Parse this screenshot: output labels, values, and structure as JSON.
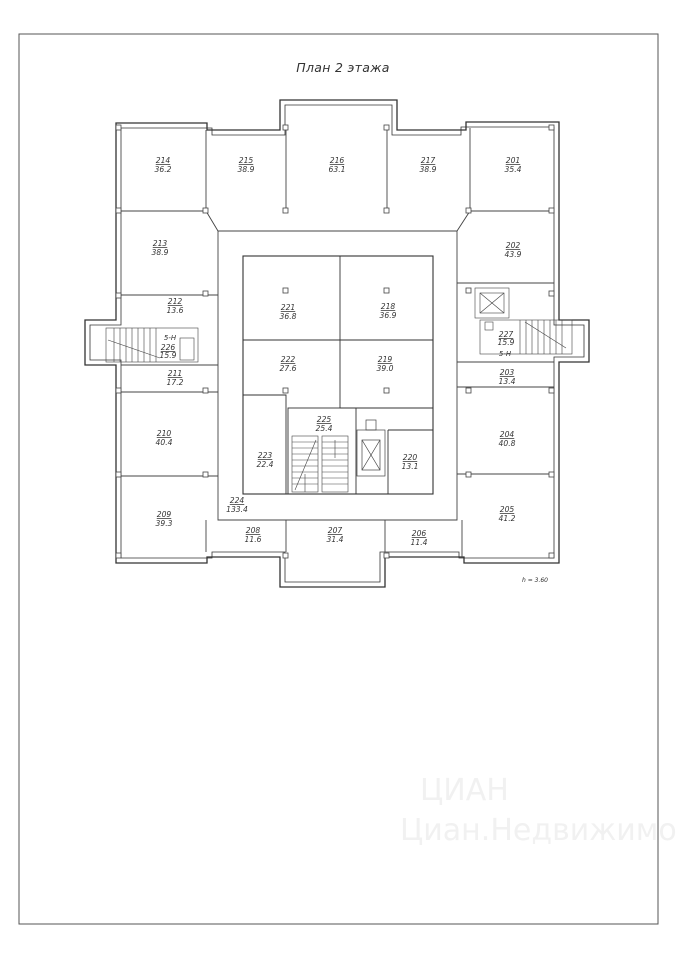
{
  "title": "План 2 этажа",
  "height_note": "h = 3.60",
  "stair_labels": [
    "5-H",
    "5-H"
  ],
  "watermark": {
    "line1": "ЦИАН",
    "line2": "Циан.Недвижимость"
  },
  "rooms": [
    {
      "id": "201",
      "num": "201",
      "area": "35.4"
    },
    {
      "id": "202",
      "num": "202",
      "area": "43.9"
    },
    {
      "id": "203",
      "num": "203",
      "area": "13.4"
    },
    {
      "id": "204",
      "num": "204",
      "area": "40.8"
    },
    {
      "id": "205",
      "num": "205",
      "area": "41.2"
    },
    {
      "id": "206",
      "num": "206",
      "area": "11.4"
    },
    {
      "id": "207",
      "num": "207",
      "area": "31.4"
    },
    {
      "id": "208",
      "num": "208",
      "area": "11.6"
    },
    {
      "id": "209",
      "num": "209",
      "area": "39.3"
    },
    {
      "id": "210",
      "num": "210",
      "area": "40.4"
    },
    {
      "id": "211",
      "num": "211",
      "area": "17.2"
    },
    {
      "id": "212",
      "num": "212",
      "area": "13.6"
    },
    {
      "id": "213",
      "num": "213",
      "area": "38.9"
    },
    {
      "id": "214",
      "num": "214",
      "area": "36.2"
    },
    {
      "id": "215",
      "num": "215",
      "area": "38.9"
    },
    {
      "id": "216",
      "num": "216",
      "area": "63.1"
    },
    {
      "id": "217",
      "num": "217",
      "area": "38.9"
    },
    {
      "id": "218",
      "num": "218",
      "area": "36.9"
    },
    {
      "id": "219",
      "num": "219",
      "area": "39.0"
    },
    {
      "id": "220",
      "num": "220",
      "area": "13.1"
    },
    {
      "id": "221",
      "num": "221",
      "area": "36.8"
    },
    {
      "id": "222",
      "num": "222",
      "area": "27.6"
    },
    {
      "id": "223",
      "num": "223",
      "area": "22.4"
    },
    {
      "id": "224",
      "num": "224",
      "area": "133.4"
    },
    {
      "id": "225",
      "num": "225",
      "area": "25.4"
    },
    {
      "id": "226",
      "num": "226",
      "area": "15.9"
    },
    {
      "id": "227",
      "num": "227",
      "area": "15.9"
    }
  ]
}
